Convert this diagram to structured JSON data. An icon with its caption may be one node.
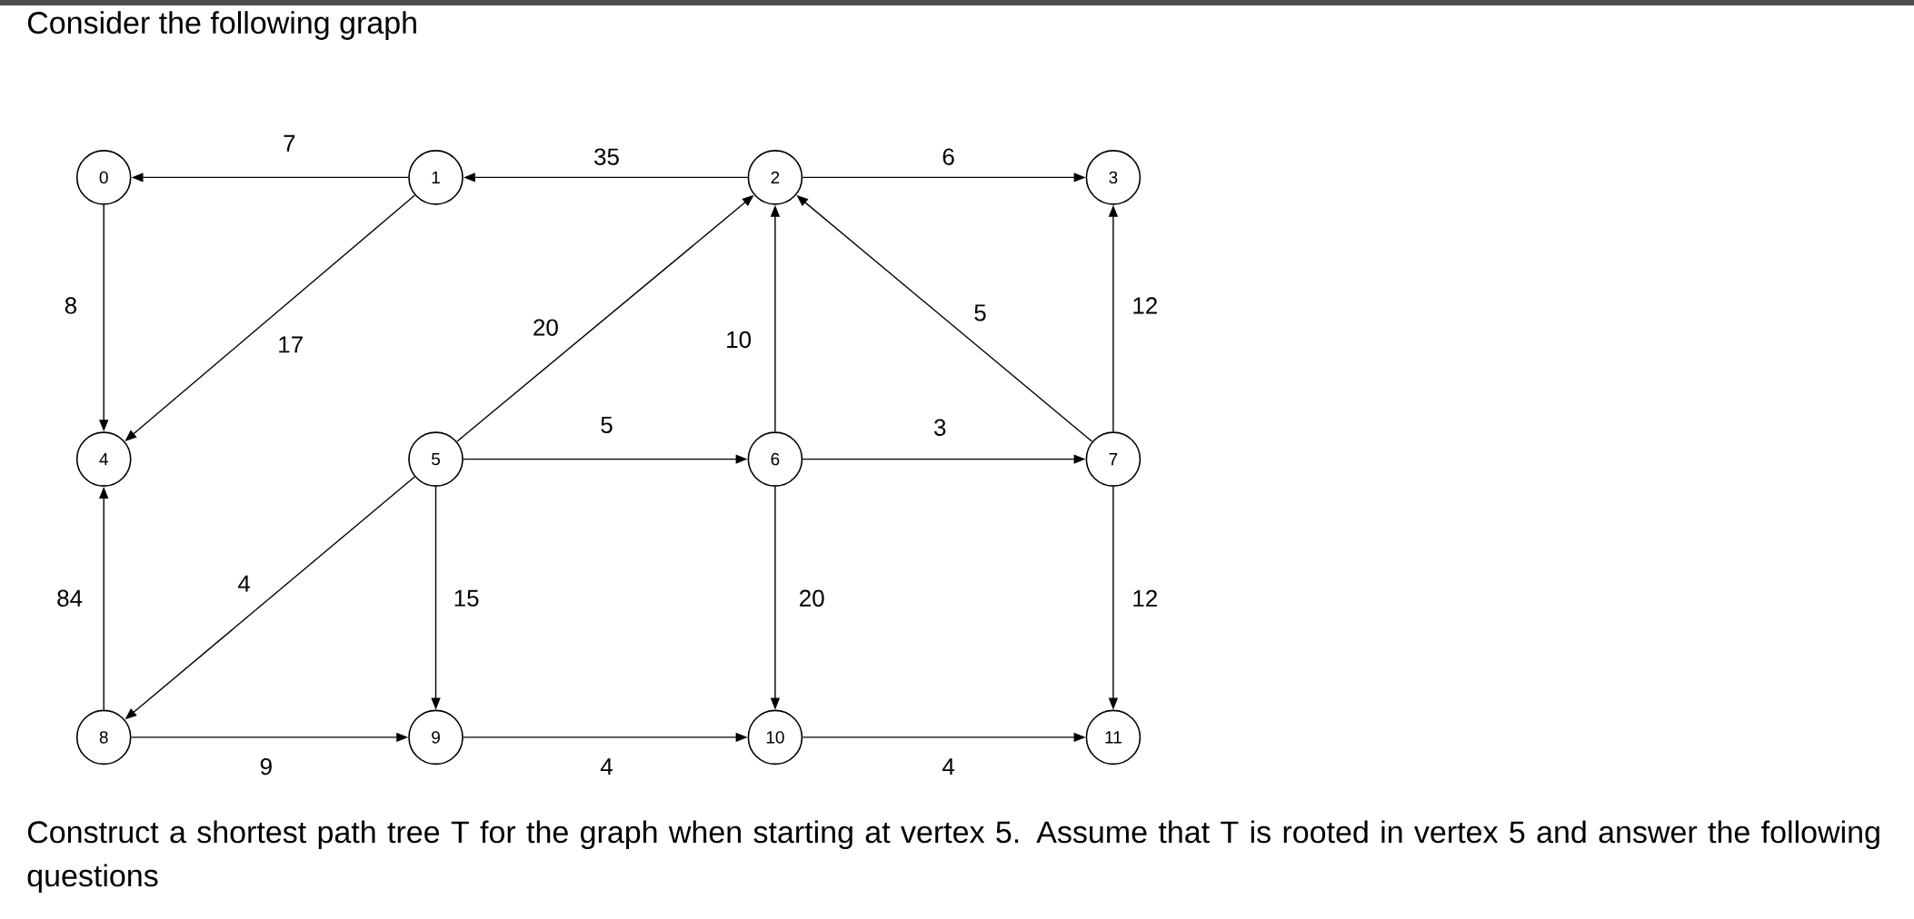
{
  "diagram": {
    "title": "Consider the following graph",
    "caption": "Construct a shortest path tree T for the graph when starting at vertex 5. Assume that T is rooted in vertex 5 and answer the following questions",
    "nodes": [
      {
        "text": [
          "0"
        ]
      },
      {
        "text": [
          "1"
        ]
      },
      {
        "text": [
          "2"
        ]
      },
      {
        "text": [
          "3"
        ]
      },
      {
        "text": [
          "4"
        ]
      },
      {
        "text": [
          "5"
        ]
      },
      {
        "text": [
          "6"
        ]
      },
      {
        "text": [
          "7"
        ]
      },
      {
        "text": [
          "8"
        ]
      },
      {
        "text": [
          "9"
        ]
      },
      {
        "text": [
          "10"
        ]
      },
      {
        "text": [
          "11"
        ]
      }
    ],
    "edges": [
      {
        "from": 1,
        "to": 0,
        "arrow": "to",
        "label": "7"
      },
      {
        "from": 2,
        "to": 1,
        "arrow": "to",
        "label": "35"
      },
      {
        "from": 2,
        "to": 3,
        "arrow": "to",
        "label": "6"
      },
      {
        "from": 0,
        "to": 4,
        "arrow": "to",
        "label": "8"
      },
      {
        "from": 1,
        "to": 4,
        "arrow": "to",
        "label": "17"
      },
      {
        "from": 5,
        "to": 2,
        "arrow": "to",
        "label": "20"
      },
      {
        "from": 6,
        "to": 2,
        "arrow": "to",
        "label": "10"
      },
      {
        "from": 7,
        "to": 2,
        "arrow": "to",
        "label": "5"
      },
      {
        "from": 7,
        "to": 3,
        "arrow": "to",
        "label": "12"
      },
      {
        "from": 5,
        "to": 6,
        "arrow": "to",
        "label": "5"
      },
      {
        "from": 6,
        "to": 7,
        "arrow": "to",
        "label": "3"
      },
      {
        "from": 5,
        "to": 8,
        "arrow": "to",
        "label": "4"
      },
      {
        "from": 5,
        "to": 9,
        "arrow": "to",
        "label": "15"
      },
      {
        "from": 6,
        "to": 10,
        "arrow": "to",
        "label": "20"
      },
      {
        "from": 7,
        "to": 11,
        "arrow": "to",
        "label": "12"
      },
      {
        "from": 8,
        "to": 4,
        "arrow": "to",
        "label": "84"
      },
      {
        "from": 8,
        "to": 9,
        "arrow": "to",
        "label": "9"
      },
      {
        "from": 9,
        "to": 10,
        "arrow": "to",
        "label": "4"
      },
      {
        "from": 10,
        "to": 11,
        "arrow": "to",
        "label": "4"
      }
    ]
  }
}
